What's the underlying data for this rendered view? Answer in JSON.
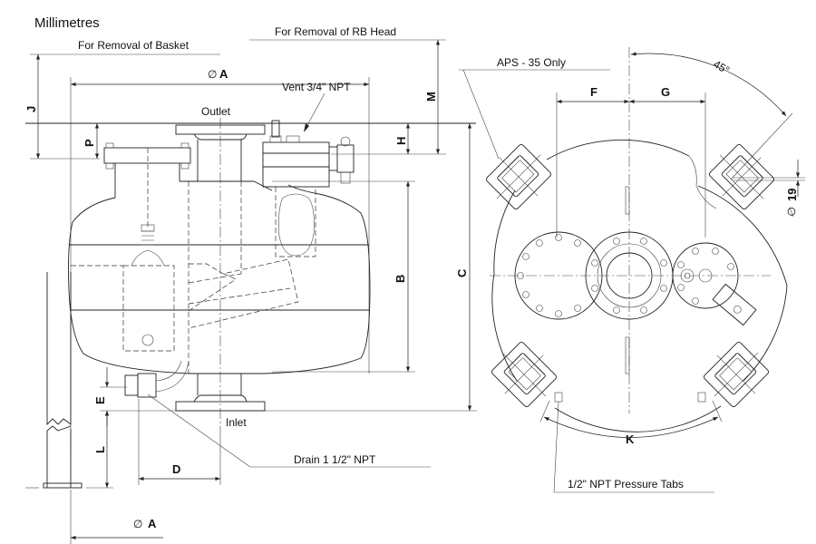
{
  "units_title": "Millimetres",
  "side_view": {
    "basket_removal": "For Removal of Basket",
    "rb_head_removal": "For Removal of RB Head",
    "diameter_top": "A",
    "diameter_bottom": "A",
    "diameter_symbol": "∅",
    "vent": "Vent 3/4\" NPT",
    "outlet": "Outlet",
    "inlet": "Inlet",
    "drain": "Drain 1 1/2\" NPT",
    "dims": {
      "J": "J",
      "P": "P",
      "M": "M",
      "H": "H",
      "B": "B",
      "C": "C",
      "E": "E",
      "L": "L",
      "D": "D"
    }
  },
  "top_view": {
    "aps": "APS - 35 Only",
    "angle": "45°",
    "hole_dia": "19",
    "dims": {
      "F": "F",
      "G": "G",
      "K": "K"
    },
    "pressure_tabs": "1/2\" NPT Pressure Tabs"
  }
}
